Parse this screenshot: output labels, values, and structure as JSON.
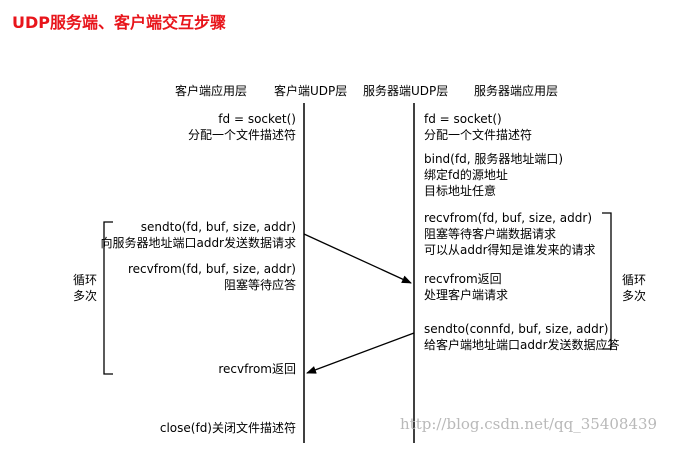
{
  "title": "UDP服务端、客户端交互步骤",
  "headers": {
    "client_app": "客户端应用层",
    "client_udp": "客户端UDP层",
    "server_udp": "服务器端UDP层",
    "server_app": "服务器端应用层"
  },
  "client": {
    "socket": [
      "fd = socket()",
      "分配一个文件描述符"
    ],
    "sendto": [
      "sendto(fd, buf, size, addr)",
      "向服务器地址端口addr发送数据请求"
    ],
    "recvfrom": [
      "recvfrom(fd, buf, size, addr)",
      "阻塞等待应答"
    ],
    "recvfrom_return": "recvfrom返回",
    "close": "close(fd)关闭文件描述符",
    "loop": [
      "循环",
      "多次"
    ]
  },
  "server": {
    "socket": [
      "fd = socket()",
      "分配一个文件描述符"
    ],
    "bind": [
      "bind(fd, 服务器地址端口)",
      "绑定fd的源地址",
      "目标地址任意"
    ],
    "recvfrom": [
      "recvfrom(fd, buf, size, addr)",
      "阻塞等待客户端数据请求",
      "可以从addr得知是谁发来的请求"
    ],
    "recvfrom_return": [
      "recvfrom返回",
      "处理客户端请求"
    ],
    "sendto": [
      "sendto(connfd, buf, size, addr)",
      "给客户端地址端口addr发送数据应答"
    ],
    "loop": [
      "循环",
      "多次"
    ]
  },
  "watermark": "http://blog.csdn.net/qq_35408439"
}
